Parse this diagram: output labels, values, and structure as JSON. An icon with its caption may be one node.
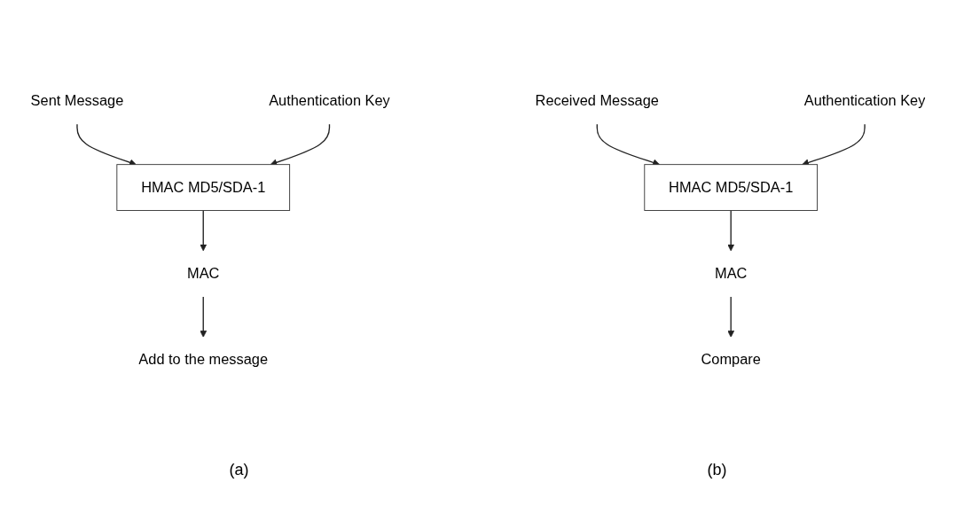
{
  "diagram": {
    "nodes": [
      {
        "text": [
          "Sent Message"
        ]
      },
      {
        "text": [
          "Authentication Key"
        ]
      },
      {
        "text": [
          "HMAC MD5/SDA-1"
        ]
      },
      {
        "text": [
          "MAC"
        ]
      },
      {
        "text": [
          "Add to the message"
        ]
      },
      {
        "text": [
          "Received Message"
        ]
      },
      {
        "text": [
          "Authentication Key"
        ]
      },
      {
        "text": [
          "HMAC MD5/SDA-1"
        ]
      },
      {
        "text": [
          "MAC"
        ]
      },
      {
        "text": [
          "Compare"
        ]
      }
    ],
    "edges": [
      {
        "from": 0,
        "to": 2,
        "arrow": "to"
      },
      {
        "from": 1,
        "to": 2,
        "arrow": "to"
      },
      {
        "from": 2,
        "to": 3,
        "arrow": "to"
      },
      {
        "from": 3,
        "to": 4,
        "arrow": "to"
      },
      {
        "from": 5,
        "to": 7,
        "arrow": "to"
      },
      {
        "from": 6,
        "to": 7,
        "arrow": "to"
      },
      {
        "from": 7,
        "to": 8,
        "arrow": "to"
      },
      {
        "from": 8,
        "to": 9,
        "arrow": "to"
      }
    ],
    "labels": [
      "(a)",
      "(b)"
    ]
  }
}
